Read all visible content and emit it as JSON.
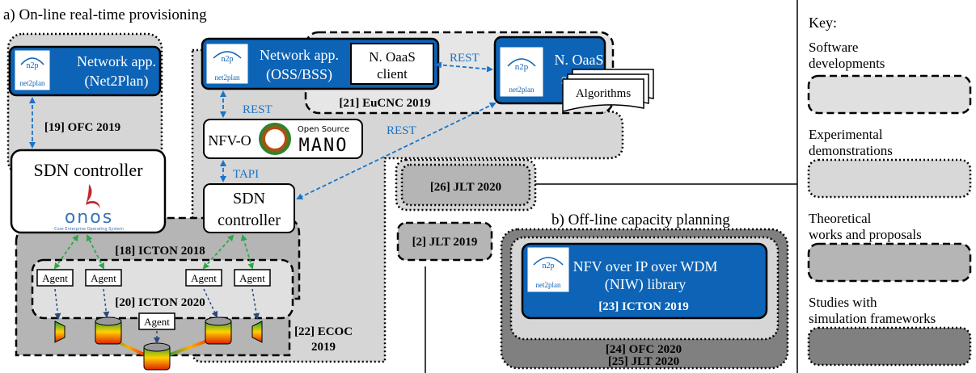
{
  "sections": {
    "online_title": "a) On-line real-time provisioning",
    "offline_title": "b) Off-line capacity planning"
  },
  "key": {
    "title": "Key:",
    "software": [
      "Software",
      "developments"
    ],
    "experimental": [
      "Experimental",
      "demonstrations"
    ],
    "theoretical": [
      "Theoretical",
      "works and proposals"
    ],
    "studies": [
      "Studies with",
      "simulation frameworks"
    ]
  },
  "apps": {
    "netapp1": [
      "Network app.",
      "(Net2Plan)"
    ],
    "netapp2": [
      "Network app.",
      "(OSS/BSS)"
    ],
    "oaas_client": [
      "N. OaaS",
      "client"
    ],
    "oaas_server": [
      "N. OaaS",
      "server"
    ],
    "algorithms": "Algorithms",
    "niw": [
      "NFV over IP over WDM",
      "(NIW) library"
    ]
  },
  "logos": {
    "n2p_top": "n2p",
    "n2p_bottom": "net2plan",
    "onos": "onos",
    "onos_sub": "Core Enterprise Operating System",
    "mano_top": "Open Source",
    "mano": "MANO"
  },
  "nodes": {
    "nfvo": "NFV-O",
    "sdn1": "SDN controller",
    "sdn2": [
      "SDN",
      "controller"
    ],
    "agent": "Agent"
  },
  "interfaces": {
    "rest": "REST",
    "tapi": "TAPI"
  },
  "refs": {
    "r19": "[19] OFC 2019",
    "r21": "[21] EuCNC 2019",
    "r18": "[18] ICTON 2018",
    "r20": "[20] ICTON 2020",
    "r22": [
      "[22] ECOC",
      "2019"
    ],
    "r26": "[26] JLT 2020",
    "r2": "[2] JLT 2019",
    "r23": "[23] ICTON 2019",
    "r24": "[24] OFC 2020",
    "r25": "[25] JLT 2020"
  },
  "colors": {
    "app_blue": "#0d63b5",
    "software_fill": "#e0e0e0",
    "experimental_fill": "#d8d8d8",
    "theoretical_fill": "#b5b5b5",
    "simulation_fill": "#808080",
    "interface_blue": "#1a73c8",
    "agent_link_green": "#2ea84a"
  }
}
